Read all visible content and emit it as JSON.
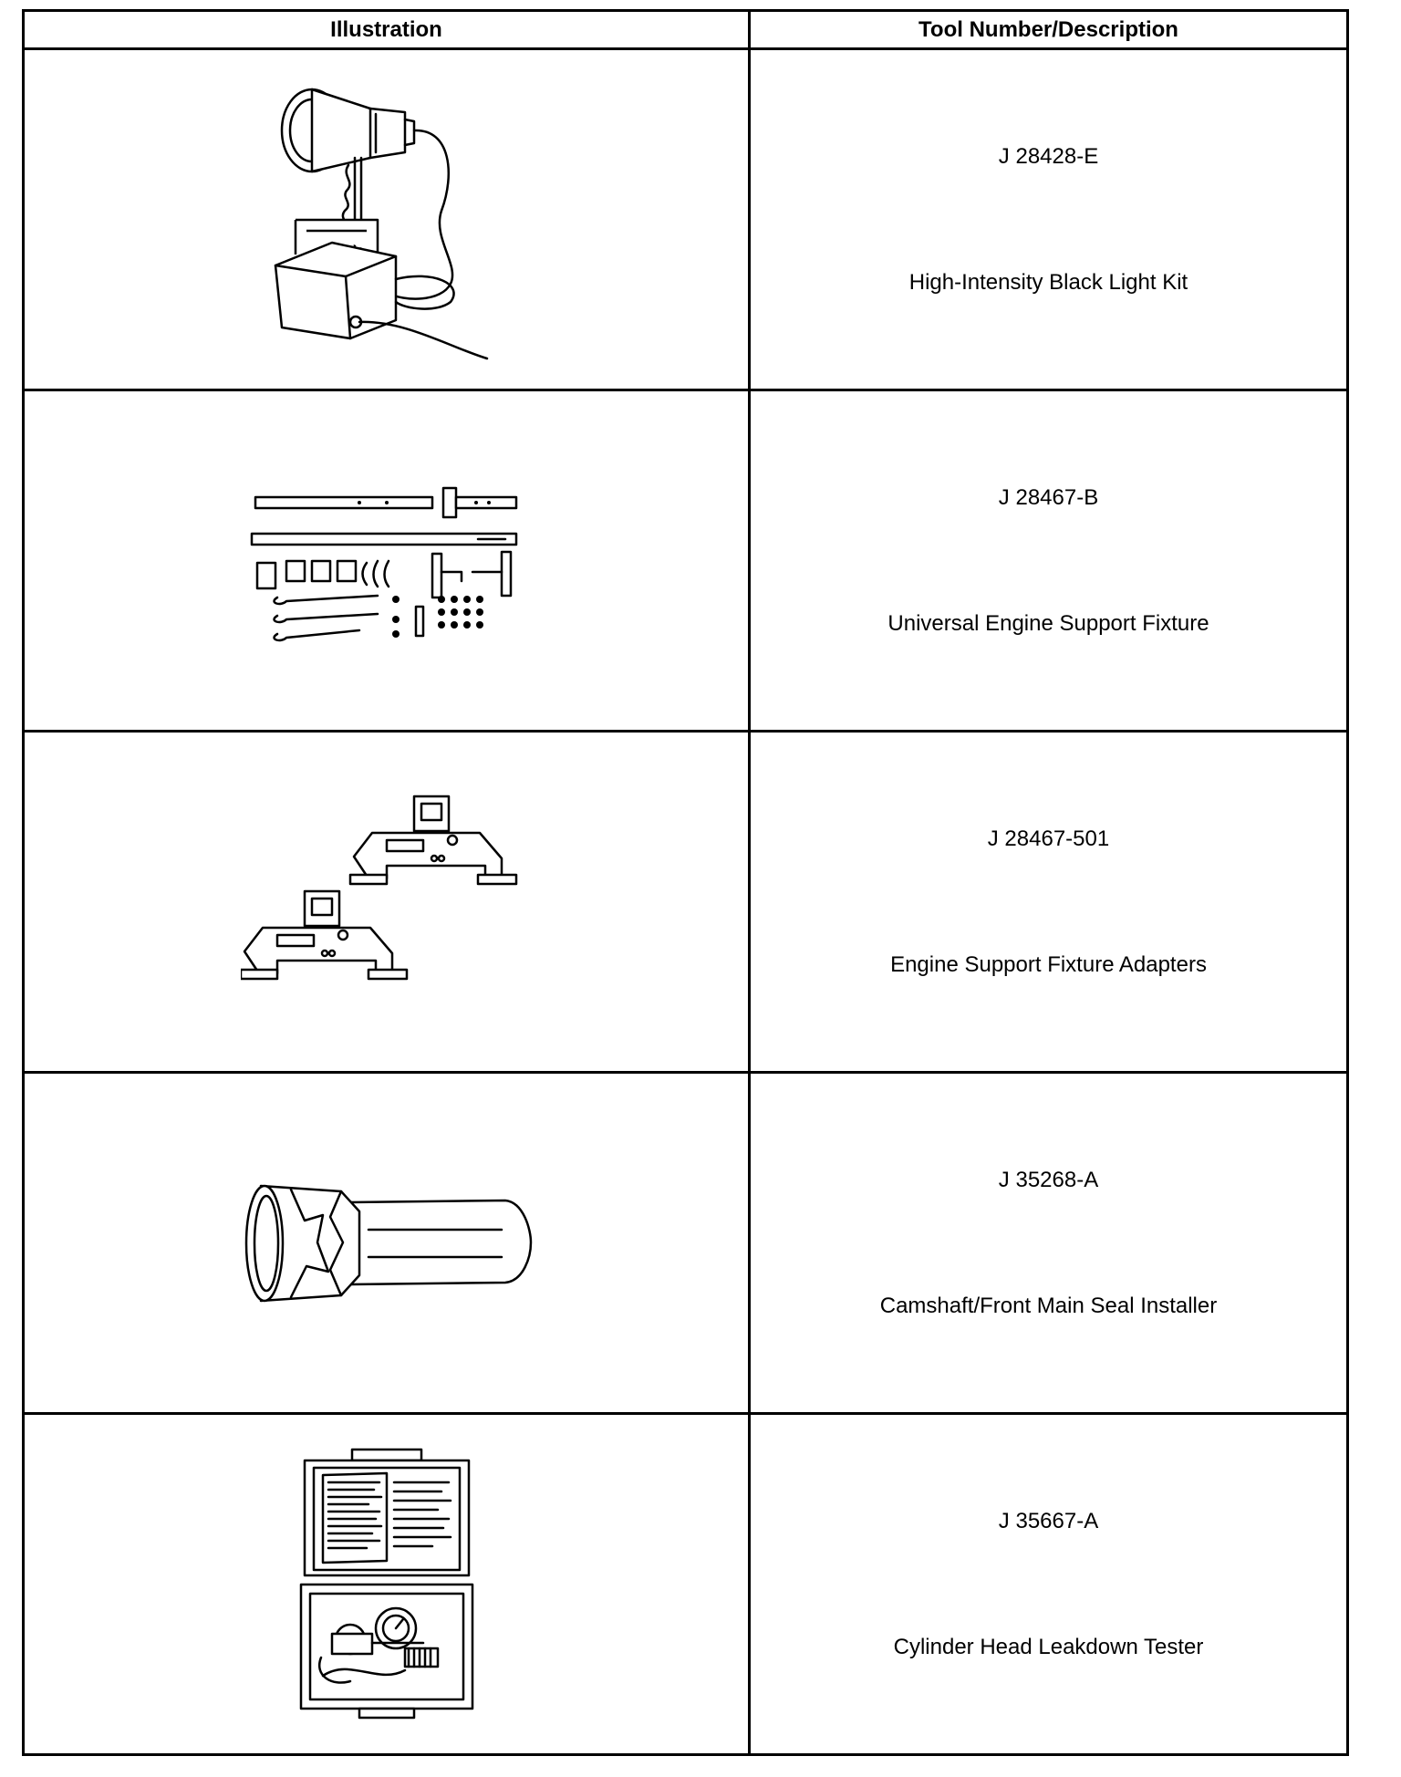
{
  "header": {
    "illustration": "Illustration",
    "tool": "Tool Number/Description"
  },
  "rows": [
    {
      "number": "J 28428-E",
      "description": "High-Intensity Black Light Kit",
      "icon": "black-light-kit-icon"
    },
    {
      "number": "J 28467-B",
      "description": "Universal Engine Support Fixture",
      "icon": "engine-support-fixture-icon"
    },
    {
      "number": "J 28467-501",
      "description": "Engine Support Fixture Adapters",
      "icon": "fixture-adapters-icon"
    },
    {
      "number": "J 35268-A",
      "description": "Camshaft/Front Main Seal Installer",
      "icon": "seal-installer-icon"
    },
    {
      "number": "J 35667-A",
      "description": "Cylinder Head Leakdown Tester",
      "icon": "leakdown-tester-icon"
    }
  ]
}
